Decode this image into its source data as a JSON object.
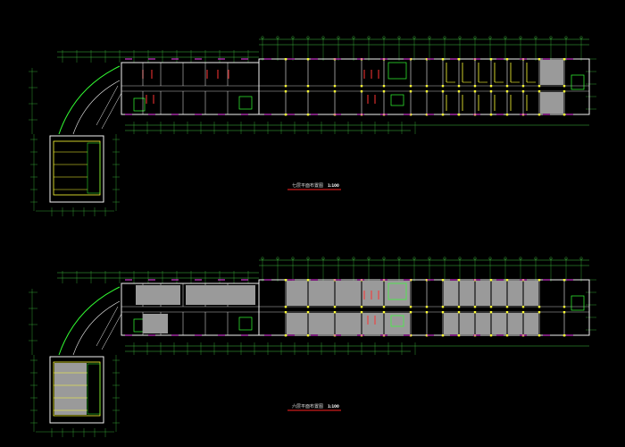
{
  "drawing": {
    "background": "#000000",
    "colors": {
      "grid": "#3fbf3f",
      "wall": "#f2f2f2",
      "column": "#ffff33",
      "door": "#ff3333",
      "fixture": "#33ff33",
      "window": "#cc33cc",
      "hatch": "#9a9a9a",
      "text": "#dddddd",
      "title_underline": "#ff2222"
    },
    "plans": [
      {
        "id": "upper",
        "title": "七层平面布置图",
        "scale": "1:100",
        "room_fill": "none"
      },
      {
        "id": "lower",
        "title": "六层平面布置图",
        "scale": "1:100",
        "room_fill": "hatch"
      }
    ]
  }
}
